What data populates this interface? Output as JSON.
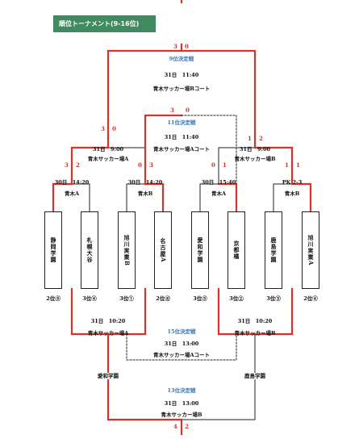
{
  "title": "順位トーナメント(9-16位)",
  "colors": {
    "winner_line": "#d8322d",
    "normal_line": "#222222",
    "round_label": "#3a76b4",
    "title_bg": "#3f8a5e"
  },
  "teams": [
    {
      "name": "静岡学園",
      "seed": "2位⑤"
    },
    {
      "name": "札幌大谷",
      "seed": "3位④"
    },
    {
      "name": "旭川実業B",
      "seed": "3位①"
    },
    {
      "name": "名古屋A",
      "seed": "2位⑧"
    },
    {
      "name": "愛和学園",
      "seed": "3位⑤"
    },
    {
      "name": "京都橘",
      "seed": "3位②"
    },
    {
      "name": "鹿島学園",
      "seed": "3位③"
    },
    {
      "name": "旭川実業A",
      "seed": "2位④"
    }
  ],
  "first_round": [
    {
      "time": "30日　14:20",
      "venue": "青木A",
      "score_left": "3",
      "score_right": "2"
    },
    {
      "time": "30日　14:20",
      "venue": "青木B",
      "score_left": "0",
      "score_right": "3"
    },
    {
      "time": "30日　15:40",
      "venue": "青木A",
      "score_left": "0",
      "score_right": "1"
    },
    {
      "time": "PK 2-3",
      "venue": "青木B",
      "score_left": "1",
      "score_right": "1"
    }
  ],
  "semifinals": [
    {
      "time": "31日　9:00",
      "venue": "青木サッカー場A",
      "score_left": "3",
      "score_right": "0"
    },
    {
      "time": "31日　9:00",
      "venue": "青木サッカー場B",
      "score_left": "1",
      "score_right": "2"
    }
  ],
  "final_9th": {
    "label": "9位決定戦",
    "time": "31日　11:40",
    "venue": "青木サッカー場Bコート",
    "score_left": "3",
    "score_right": "0"
  },
  "final_11th": {
    "label": "11位決定戦",
    "time": "31日　11:40",
    "venue": "青木サッカー場Aコート",
    "score_left": "3",
    "score_right": "0"
  },
  "consolation": [
    {
      "time": "31日　10:20",
      "venue": "青木サッカー場A"
    },
    {
      "time": "31日　10:20",
      "venue": "青木サッカー場B"
    }
  ],
  "final_15th": {
    "label": "15位決定戦",
    "time": "31日　13:00",
    "venue": "青木サッカー場Aコート"
  },
  "final_13th": {
    "label": "13位決定戦",
    "time": "31日　13:00",
    "venue": "青木サッカー場B",
    "team_left": "愛和学園",
    "team_right": "鹿島学園",
    "score_left": "4",
    "score_right": "2"
  }
}
